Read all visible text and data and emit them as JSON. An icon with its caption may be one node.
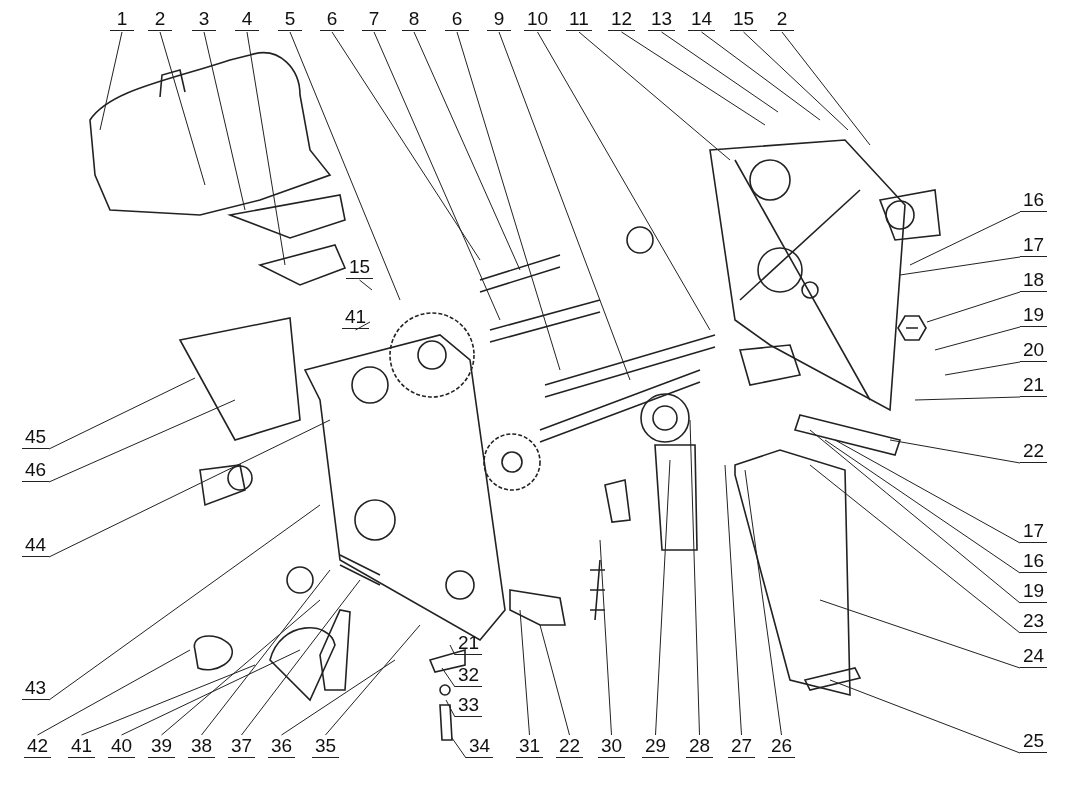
{
  "diagram": {
    "nodes": [
      {
        "text": [
          "1"
        ]
      },
      {
        "text": [
          "2"
        ]
      },
      {
        "text": [
          "3"
        ]
      },
      {
        "text": [
          "4"
        ]
      },
      {
        "text": [
          "5"
        ]
      },
      {
        "text": [
          "6"
        ]
      },
      {
        "text": [
          "7"
        ]
      },
      {
        "text": [
          "8"
        ]
      },
      {
        "text": [
          "6"
        ]
      },
      {
        "text": [
          "9"
        ]
      },
      {
        "text": [
          "10"
        ]
      },
      {
        "text": [
          "11"
        ]
      },
      {
        "text": [
          "12"
        ]
      },
      {
        "text": [
          "13"
        ]
      },
      {
        "text": [
          "14"
        ]
      },
      {
        "text": [
          "15"
        ]
      },
      {
        "text": [
          "2"
        ]
      },
      {
        "text": [
          "15"
        ]
      },
      {
        "text": [
          "41"
        ]
      },
      {
        "text": [
          "45"
        ]
      },
      {
        "text": [
          "46"
        ]
      },
      {
        "text": [
          "44"
        ]
      },
      {
        "text": [
          "43"
        ]
      },
      {
        "text": [
          "16"
        ]
      },
      {
        "text": [
          "17"
        ]
      },
      {
        "text": [
          "18"
        ]
      },
      {
        "text": [
          "19"
        ]
      },
      {
        "text": [
          "20"
        ]
      },
      {
        "text": [
          "21"
        ]
      },
      {
        "text": [
          "22"
        ]
      },
      {
        "text": [
          "17"
        ]
      },
      {
        "text": [
          "16"
        ]
      },
      {
        "text": [
          "19"
        ]
      },
      {
        "text": [
          "23"
        ]
      },
      {
        "text": [
          "24"
        ]
      },
      {
        "text": [
          "21"
        ]
      },
      {
        "text": [
          "32"
        ]
      },
      {
        "text": [
          "33"
        ]
      },
      {
        "text": [
          "42"
        ]
      },
      {
        "text": [
          "41"
        ]
      },
      {
        "text": [
          "40"
        ]
      },
      {
        "text": [
          "39"
        ]
      },
      {
        "text": [
          "38"
        ]
      },
      {
        "text": [
          "37"
        ]
      },
      {
        "text": [
          "36"
        ]
      },
      {
        "text": [
          "35"
        ]
      },
      {
        "text": [
          "34"
        ]
      },
      {
        "text": [
          "31"
        ]
      },
      {
        "text": [
          "22"
        ]
      },
      {
        "text": [
          "30"
        ]
      },
      {
        "text": [
          "29"
        ]
      },
      {
        "text": [
          "28"
        ]
      },
      {
        "text": [
          "27"
        ]
      },
      {
        "text": [
          "26"
        ]
      },
      {
        "text": [
          "25"
        ]
      }
    ],
    "edges": [
      {
        "from": 0,
        "to": null,
        "arrow": "none"
      },
      {
        "from": 1,
        "to": null,
        "arrow": "none"
      },
      {
        "from": 2,
        "to": null,
        "arrow": "none"
      },
      {
        "from": 3,
        "to": null,
        "arrow": "none"
      },
      {
        "from": 4,
        "to": null,
        "arrow": "none"
      },
      {
        "from": 5,
        "to": null,
        "arrow": "none"
      },
      {
        "from": 6,
        "to": null,
        "arrow": "none"
      },
      {
        "from": 7,
        "to": null,
        "arrow": "none"
      },
      {
        "from": 8,
        "to": null,
        "arrow": "none"
      },
      {
        "from": 9,
        "to": null,
        "arrow": "none"
      },
      {
        "from": 10,
        "to": null,
        "arrow": "none"
      },
      {
        "from": 11,
        "to": null,
        "arrow": "none"
      },
      {
        "from": 12,
        "to": null,
        "arrow": "none"
      },
      {
        "from": 13,
        "to": null,
        "arrow": "none"
      },
      {
        "from": 14,
        "to": null,
        "arrow": "none"
      },
      {
        "from": 15,
        "to": null,
        "arrow": "none"
      },
      {
        "from": 16,
        "to": null,
        "arrow": "none"
      },
      {
        "from": 17,
        "to": null,
        "arrow": "none"
      },
      {
        "from": 18,
        "to": null,
        "arrow": "none"
      },
      {
        "from": 19,
        "to": null,
        "arrow": "none"
      },
      {
        "from": 20,
        "to": null,
        "arrow": "none"
      },
      {
        "from": 21,
        "to": null,
        "arrow": "none"
      },
      {
        "from": 22,
        "to": null,
        "arrow": "none"
      },
      {
        "from": 23,
        "to": null,
        "arrow": "none"
      },
      {
        "from": 24,
        "to": null,
        "arrow": "none"
      },
      {
        "from": 25,
        "to": null,
        "arrow": "none"
      },
      {
        "from": 26,
        "to": null,
        "arrow": "none"
      },
      {
        "from": 27,
        "to": null,
        "arrow": "none"
      },
      {
        "from": 28,
        "to": null,
        "arrow": "none"
      },
      {
        "from": 29,
        "to": null,
        "arrow": "none"
      },
      {
        "from": 30,
        "to": null,
        "arrow": "none"
      },
      {
        "from": 31,
        "to": null,
        "arrow": "none"
      },
      {
        "from": 32,
        "to": null,
        "arrow": "none"
      },
      {
        "from": 33,
        "to": null,
        "arrow": "none"
      },
      {
        "from": 34,
        "to": null,
        "arrow": "none"
      },
      {
        "from": 35,
        "to": null,
        "arrow": "none"
      },
      {
        "from": 36,
        "to": null,
        "arrow": "none"
      },
      {
        "from": 37,
        "to": null,
        "arrow": "none"
      },
      {
        "from": 38,
        "to": null,
        "arrow": "none"
      },
      {
        "from": 39,
        "to": null,
        "arrow": "none"
      },
      {
        "from": 40,
        "to": null,
        "arrow": "none"
      },
      {
        "from": 41,
        "to": null,
        "arrow": "none"
      },
      {
        "from": 42,
        "to": null,
        "arrow": "none"
      },
      {
        "from": 43,
        "to": null,
        "arrow": "none"
      },
      {
        "from": 44,
        "to": null,
        "arrow": "none"
      },
      {
        "from": 45,
        "to": null,
        "arrow": "none"
      },
      {
        "from": 46,
        "to": null,
        "arrow": "none"
      },
      {
        "from": 47,
        "to": null,
        "arrow": "none"
      },
      {
        "from": 48,
        "to": null,
        "arrow": "none"
      },
      {
        "from": 49,
        "to": null,
        "arrow": "none"
      },
      {
        "from": 50,
        "to": null,
        "arrow": "none"
      },
      {
        "from": 51,
        "to": null,
        "arrow": "none"
      },
      {
        "from": 52,
        "to": null,
        "arrow": "none"
      },
      {
        "from": 53,
        "to": null,
        "arrow": "none"
      },
      {
        "from": 54,
        "to": null,
        "arrow": "none"
      }
    ]
  }
}
